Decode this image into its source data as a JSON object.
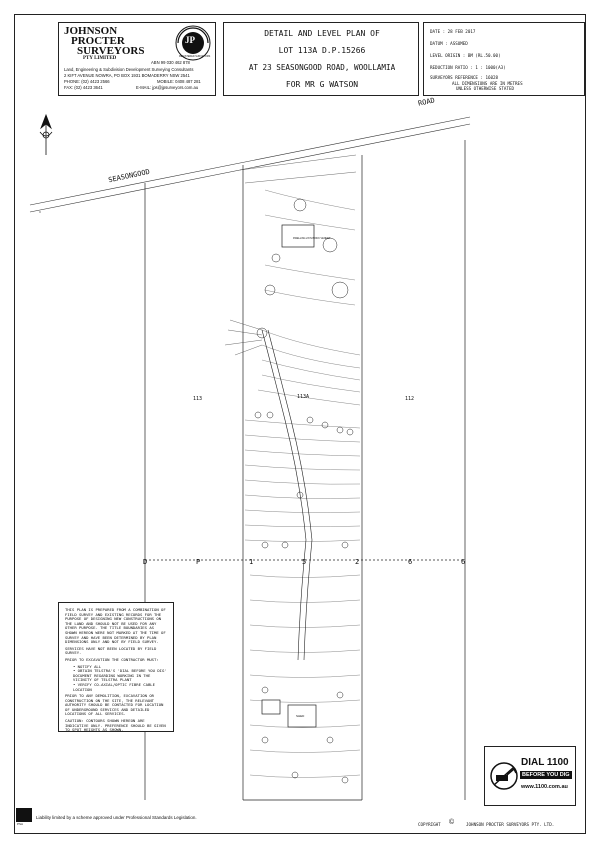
{
  "company": {
    "name_line1": "JOHNSON",
    "name_line2": "PROCTER",
    "name_line3": "SURVEYORS",
    "name_line4": "PTY LIMITED",
    "abn": "ABN 99 030 462 878",
    "services": "Land, Engineering & Subdivision Development Surveying Consultants",
    "address": "2 KIFT AVENUE NOWRA, PO BOX 1931 BOMADERRY NSW 2541",
    "phone": "PHONE: (02) 4423 2566",
    "mobile": "MOBILE: 0408 487 281",
    "fax": "FAX: (02) 4423 3641",
    "email": "E-MAIL: jps@jpsurveyors.com.au",
    "logo_letters": "JP",
    "logo_ring": "REGISTERED SURVEYORS"
  },
  "title": {
    "line1": "DETAIL AND LEVEL PLAN OF",
    "line2": "LOT 113A D.P.15266",
    "line3": "AT 23 SEASONGOOD ROAD, WOOLLAMIA",
    "line4": "FOR MR G WATSON"
  },
  "info": {
    "date": "DATE : 28 FEB 2017",
    "datum": "DATUM : ASSUMED",
    "level_origin": "LEVEL ORIGIN : BM (RL.50.00)",
    "reduction_ratio": "REDUCTION RATIO : 1 : 1000(A3)",
    "reference": "SURVEYORS REFERENCE : 16028",
    "dimensions_note_1": "ALL DIMENSIONS ARE IN METRES",
    "dimensions_note_2": "UNLESS OTHERWISE STATED"
  },
  "plan": {
    "road_label_1": "ROAD",
    "road_label_2": "SEASONGOOD",
    "lot_left": "113",
    "lot_centre": "113A",
    "lot_right": "112",
    "dp_letters": [
      "D",
      "P",
      "1",
      "5",
      "2",
      "6",
      "6"
    ],
    "dwelling_label": "DWELLING 23 IN BRICK VENEER",
    "shed_label": "SHED"
  },
  "notes": {
    "p1": "THIS PLAN IS PREPARED FROM A COMBINATION OF FIELD SURVEY AND EXISTING RECORDS FOR THE PURPOSE OF DESIGNING NEW CONSTRUCTIONS ON THE LAND AND SHOULD NOT BE USED FOR ANY OTHER PURPOSE. THE TITLE BOUNDARIES AS SHOWN HEREON WERE NOT MARKED AT THE TIME OF SURVEY AND HAVE BEEN DETERMINED BY PLAN DIMENSIONS ONLY AND NOT BY FIELD SURVEY.",
    "p2": "SERVICES HAVE NOT BEEN LOCATED BY FIELD SURVEY.",
    "p3": "PRIOR TO EXCAVATION THE CONTRACTOR MUST:",
    "bullets": [
      "• NOTIFY ALL",
      "• OBTAIN TELSTRA'S 'DIAL BEFORE YOU DIG' DOCUMENT REGARDING WORKING IN THE VICINITY OF TELSTRA PLANT",
      "• VERIFY CO-AXIAL/OPTIC FIBRE CABLE LOCATION"
    ],
    "p4": "PRIOR TO ANY DEMOLITION, EXCAVATION OR CONSTRUCTION ON THE SITE, THE RELEVANT AUTHORITY SHOULD BE CONTACTED FOR LOCATION OF UNDERGROUND SERVICES AND DETAILED LOCATIONS OF ALL SERVICES.",
    "p5": "CAUTION: CONTOURS SHOWN HEREON ARE INDICATIVE ONLY. PREFERENCE SHOULD BE GIVEN TO SPOT HEIGHTS AS SHOWN."
  },
  "dial": {
    "big": "DIAL 1100",
    "sub": "BEFORE YOU DIG",
    "url": "www.1100.com.au"
  },
  "footer": {
    "liability": "Liability limited by a scheme approved under Professional Standards Legislation.",
    "copyright": "COPYRIGHT",
    "copyright_symbol": "©",
    "owner": "JOHNSON PROCTER SURVEYORS PTY. LTD.",
    "badge": "PSA"
  }
}
